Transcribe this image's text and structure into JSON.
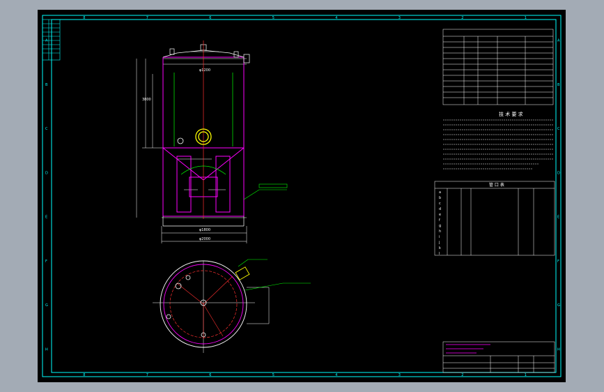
{
  "colors": {
    "background": "#a3abb5",
    "sheet": "#000000",
    "frame": "#00ffff",
    "vessel": "#ff00ff",
    "dimension": "#ffffff",
    "centerline": "#ff3030",
    "nozzle": "#ffff00",
    "leader": "#00ff00"
  },
  "border_zone_labels": {
    "top": [
      "8",
      "7",
      "6",
      "5",
      "4",
      "3",
      "2",
      "1"
    ],
    "bottom": [
      "8",
      "7",
      "6",
      "5",
      "4",
      "3",
      "2",
      "1"
    ],
    "left": [
      "A",
      "B",
      "C",
      "D",
      "E",
      "F",
      "G",
      "H"
    ],
    "right": [
      "A",
      "B",
      "C",
      "D",
      "E",
      "F",
      "G",
      "H"
    ]
  },
  "elevation_view": {
    "dims": {
      "top_width": "φ1200",
      "mid_width": "φ1800",
      "bottom_width": "φ2000",
      "height_label": "3800"
    }
  },
  "notes": {
    "tech_requirements_title": "技 术 要 求",
    "parts_table_title": "管 口 表",
    "parts_rows": [
      "a",
      "b",
      "c",
      "d",
      "e",
      "f",
      "g",
      "h",
      "i",
      "j",
      "k",
      "l"
    ]
  }
}
